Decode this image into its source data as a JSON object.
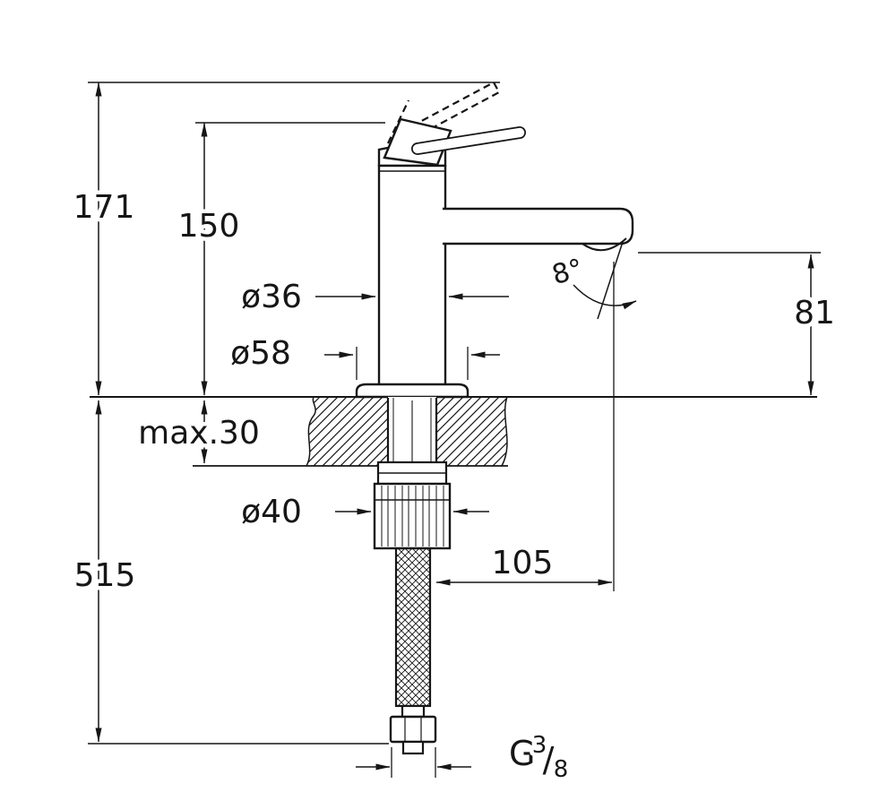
{
  "drawing": {
    "dimensions": {
      "total_height": "171",
      "body_height": "150",
      "body_diameter": "ø36",
      "base_diameter": "ø58",
      "counter_thickness": "max.30",
      "nut_diameter": "ø40",
      "hose_length": "515",
      "spout_reach": "105",
      "spout_height": "81",
      "spout_angle": "8°"
    },
    "thread": {
      "prefix": "G",
      "numerator": "3",
      "slash": "/",
      "denominator": "8"
    }
  }
}
